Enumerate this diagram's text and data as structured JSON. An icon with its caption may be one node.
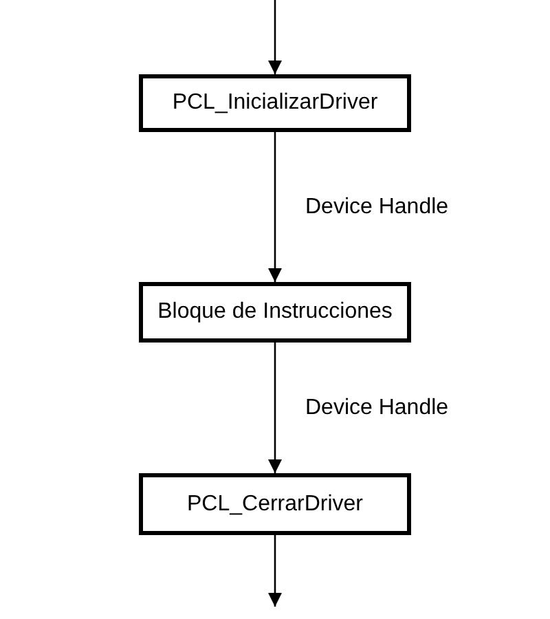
{
  "diagram": {
    "nodes": [
      {
        "text": [
          "PCL_InicializarDriver"
        ]
      },
      {
        "text": [
          "Bloque de Instrucciones"
        ]
      },
      {
        "text": [
          "PCL_CerrarDriver"
        ]
      }
    ],
    "edges": [
      {
        "from": null,
        "to": 0,
        "arrow": "to"
      },
      {
        "from": 0,
        "to": 1,
        "arrow": "to",
        "label": "Device Handle"
      },
      {
        "from": 1,
        "to": 2,
        "arrow": "to",
        "label": "Device Handle"
      },
      {
        "from": 2,
        "to": null,
        "arrow": "to"
      }
    ]
  }
}
